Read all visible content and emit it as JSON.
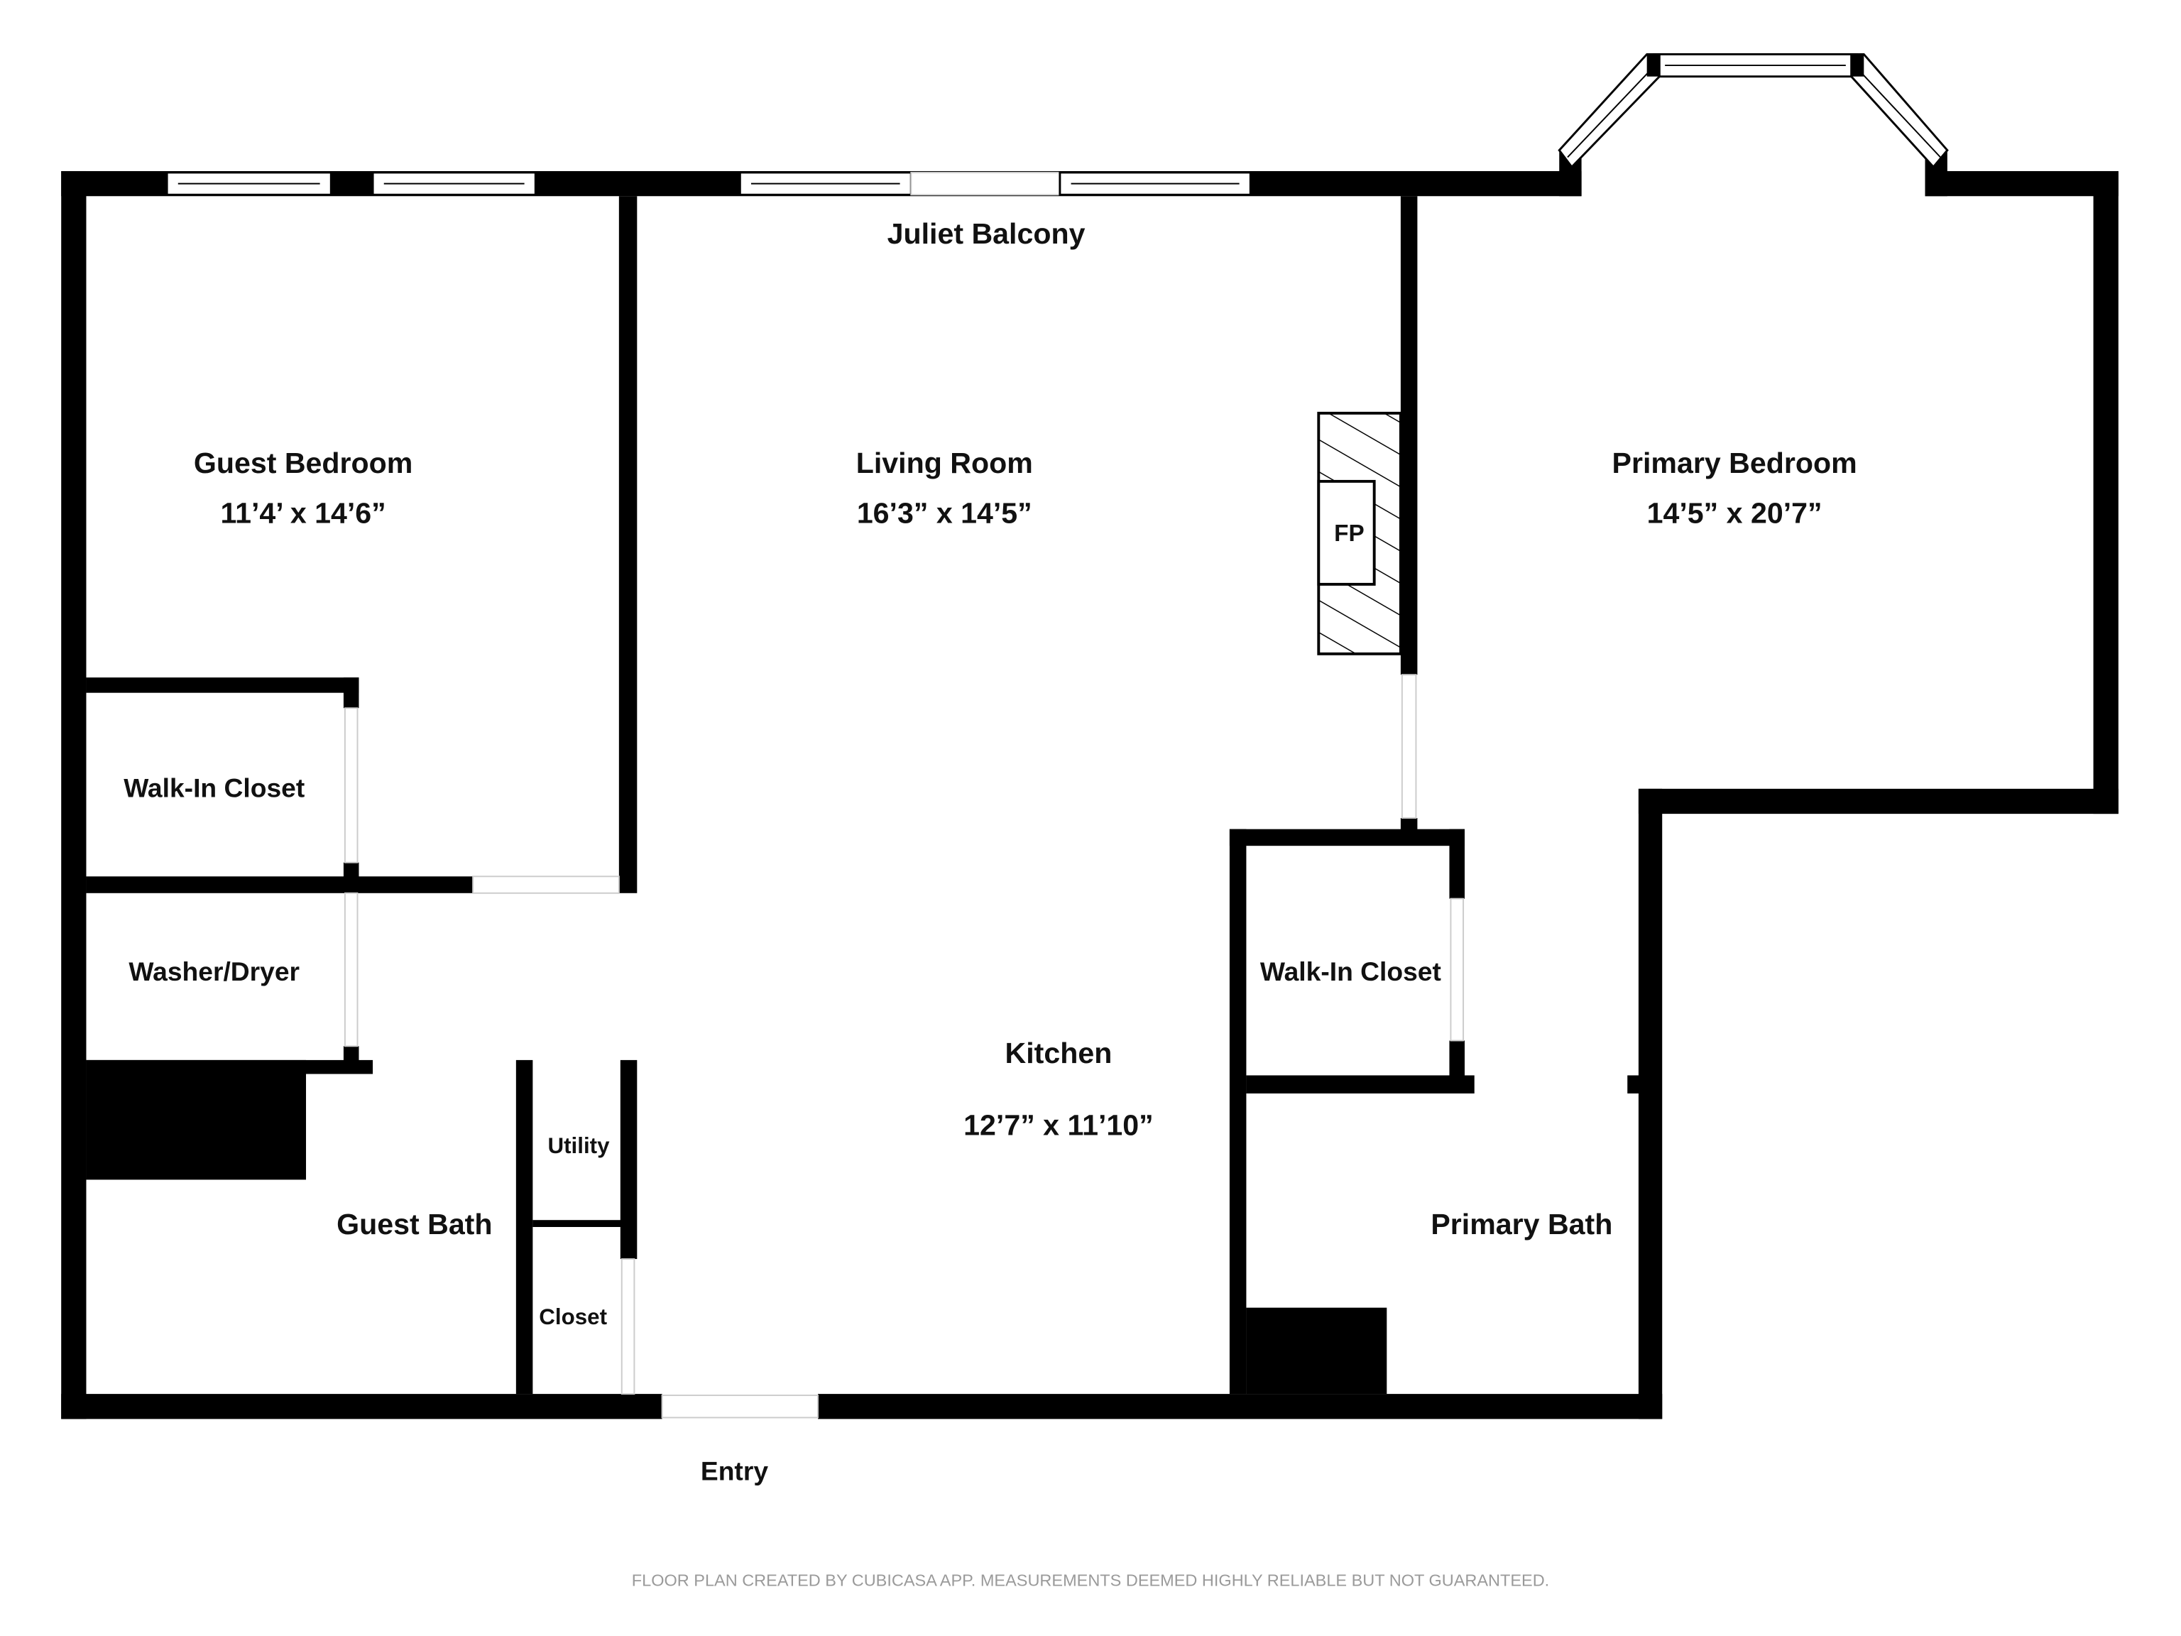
{
  "rooms": {
    "guest_bedroom": {
      "name": "Guest Bedroom",
      "size": "11’4’ x 14’6”"
    },
    "living_room": {
      "name": "Living Room",
      "size": "16’3” x 14’5”"
    },
    "primary_bedroom": {
      "name": "Primary Bedroom",
      "size": "14’5” x 20’7”"
    },
    "kitchen": {
      "name": "Kitchen",
      "size": "12’7” x 11’10”"
    },
    "walk_in_closet_guest": {
      "name": "Walk-In Closet"
    },
    "washer_dryer": {
      "name": "Washer/Dryer"
    },
    "guest_bath": {
      "name": "Guest Bath"
    },
    "utility": {
      "name": "Utility"
    },
    "closet": {
      "name": "Closet"
    },
    "walk_in_closet_primary": {
      "name": "Walk-In Closet"
    },
    "primary_bath": {
      "name": "Primary Bath"
    }
  },
  "labels": {
    "juliet_balcony": "Juliet Balcony",
    "entry": "Entry",
    "fireplace": "FP"
  },
  "footer": "FLOOR PLAN CREATED BY CUBICASA APP. MEASUREMENTS DEEMED HIGHLY RELIABLE BUT NOT GUARANTEED."
}
